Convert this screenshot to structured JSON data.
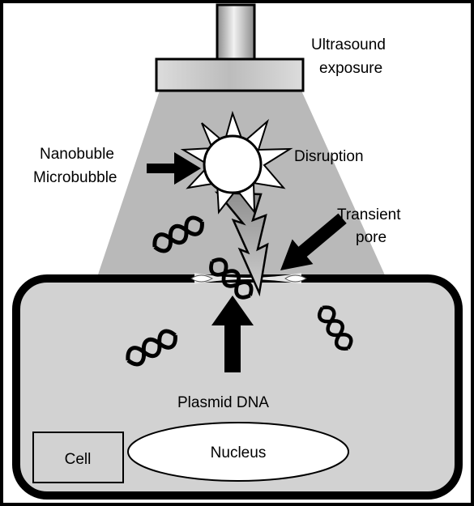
{
  "labels": {
    "ultrasound_line1": "Ultrasound",
    "ultrasound_line2": "exposure",
    "bubble_line1": "Nanobuble",
    "bubble_line2": "Microbubble",
    "disruption": "Disruption",
    "pore_line1": "Transient",
    "pore_line2": "pore",
    "plasmid": "Plasmid DNA",
    "nucleus": "Nucleus",
    "cell": "Cell"
  }
}
